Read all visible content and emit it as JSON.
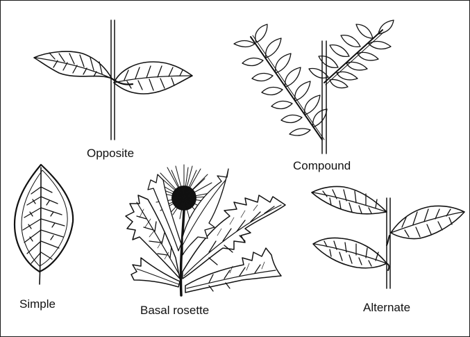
{
  "labels": {
    "opposite": "Opposite",
    "compound": "Compound",
    "simple": "Simple",
    "basal_rosette": "Basal rosette",
    "alternate": "Alternate"
  },
  "colors": {
    "ink": "#111111",
    "background": "#ffffff"
  },
  "icons": {
    "opposite": "opposite-leaf-arrangement-icon",
    "compound": "compound-leaf-icon",
    "simple": "simple-leaf-icon",
    "basal_rosette": "basal-rosette-plant-icon",
    "alternate": "alternate-leaf-arrangement-icon"
  }
}
